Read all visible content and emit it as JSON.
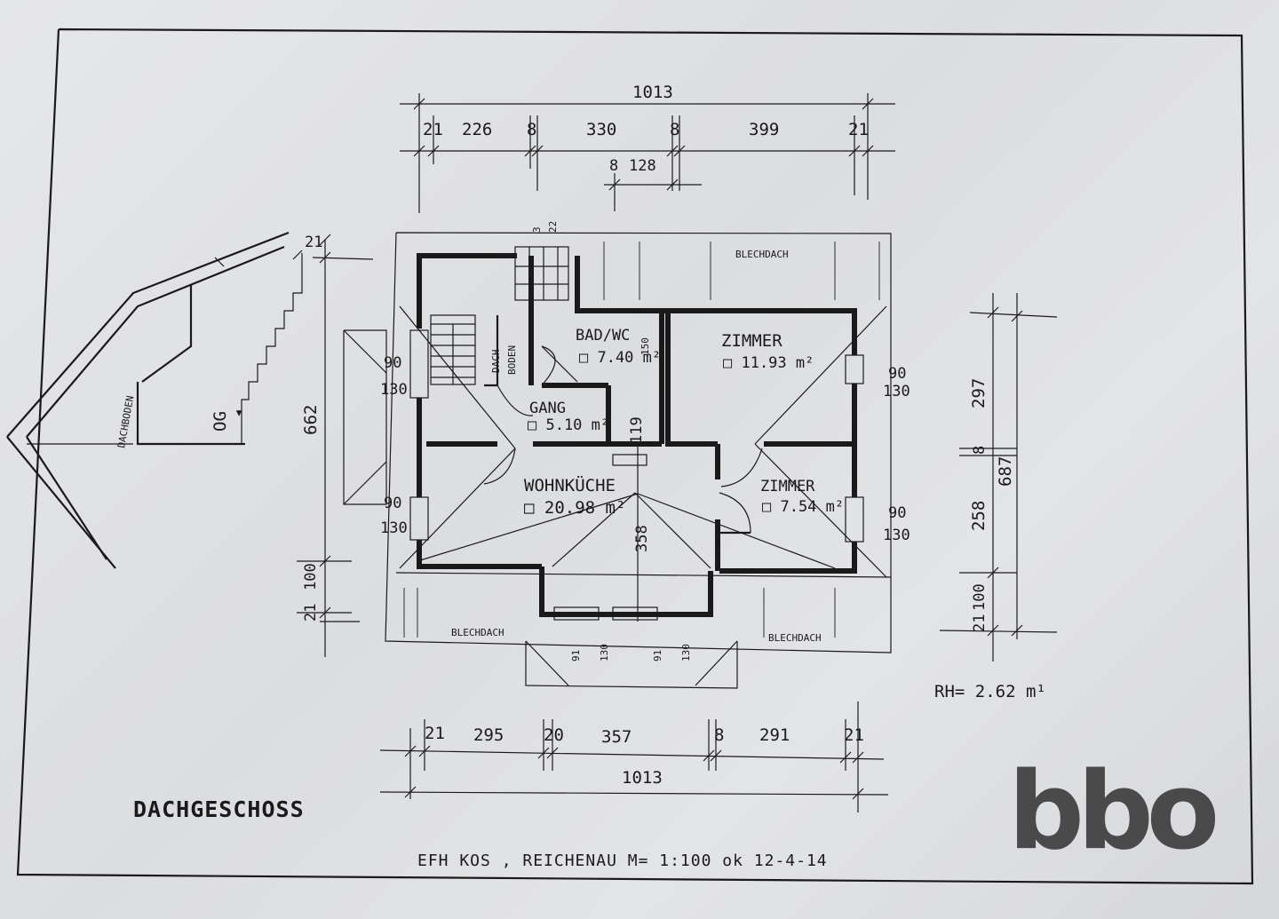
{
  "drawing": {
    "title": "DACHGESCHOSS",
    "footer": "EFH KOS , REICHENAU M= 1:100 ok 12-4-14",
    "room_height": "RH= 2.62 m¹",
    "logo": "bbo",
    "colors": {
      "ink": "#1a1a1a",
      "paper": "#e2e3e6",
      "logo": "#4a4a4a"
    }
  },
  "dims_top": {
    "total": "1013",
    "segments": [
      "21",
      "226",
      "8",
      "330",
      "8",
      "399",
      "21"
    ],
    "sub": [
      "8",
      "128"
    ],
    "stair": [
      "3",
      "22"
    ]
  },
  "dims_bottom": {
    "total": "1013",
    "segments": [
      "21",
      "295",
      "20",
      "357",
      "8",
      "291",
      "21"
    ]
  },
  "dims_left": {
    "total": "662",
    "top": "21",
    "bottom": [
      "21",
      "100"
    ]
  },
  "dims_right": {
    "total": "687",
    "segments": [
      "297",
      "8",
      "258"
    ],
    "bottom": [
      "21",
      "100"
    ]
  },
  "windows": {
    "left_upper": [
      "90",
      "130"
    ],
    "left_lower": [
      "90",
      "130"
    ],
    "right_upper": [
      "90",
      "130"
    ],
    "right_lower": [
      "90",
      "130"
    ],
    "bottom_left": [
      "91",
      "130"
    ],
    "bottom_right": [
      "91",
      "130"
    ]
  },
  "rooms": {
    "bad": {
      "name": "BAD/WC",
      "area": "□ 7.40 m²",
      "width": "150"
    },
    "zimmer1": {
      "name": "ZIMMER",
      "area": "□ 11.93 m²"
    },
    "gang": {
      "name": "GANG",
      "area": "□ 5.10 m²"
    },
    "wohnkueche": {
      "name": "WOHNKÜCHE",
      "area": "□ 20.98 m²",
      "depth": "358"
    },
    "zimmer2": {
      "name": "ZIMMER",
      "area": "□ 7.54 m²"
    },
    "dachboden": {
      "label": [
        "DACH",
        "BODEN"
      ]
    },
    "door_dim": "119"
  },
  "roof_labels": {
    "top": "BLECHDACH",
    "bottom_left": "BLECHDACH",
    "bottom_right": "BLECHDACH"
  },
  "section": {
    "floor": "OG",
    "label": "DACHBODEN"
  }
}
